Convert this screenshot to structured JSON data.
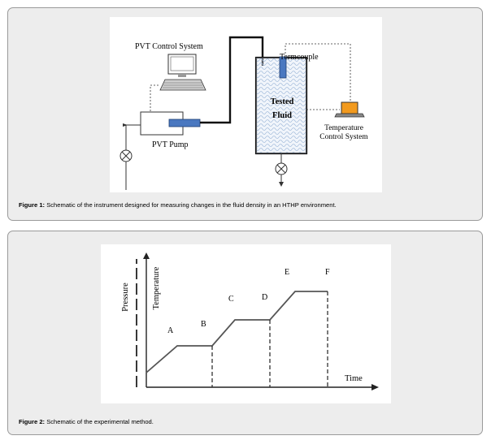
{
  "figure1": {
    "labels": {
      "pvt_control_system": "PVT Control System",
      "pvt_pump": "PVT Pump",
      "termcouple": "Termcouple",
      "tested_fluid_line1": "Tested",
      "tested_fluid_line2": "Fluid",
      "temp_control_line1": "Temperature",
      "temp_control_line2": "Control System"
    },
    "caption_label": "Figure 1:",
    "caption_text": " Schematic of the instrument designed for measuring changes in the fluid density in an HTHP environment.",
    "colors": {
      "vessel_fill": "#d6e3f3",
      "probe": "#4a78c0",
      "monitor_screen": "#f29a1e"
    }
  },
  "figure2": {
    "labels": {
      "pressure": "Pressure",
      "temperature": "Temperature",
      "time": "Time",
      "a": "A",
      "b": "B",
      "c": "C",
      "d": "D",
      "e": "E",
      "f": "F"
    },
    "caption_label": "Figure 2:",
    "caption_text": " Schematic of the experimental method."
  }
}
